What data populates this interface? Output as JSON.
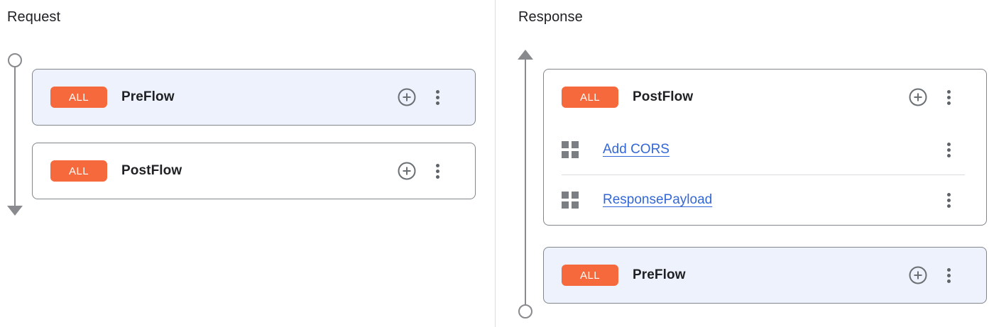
{
  "colors": {
    "badge_orange": "#f6693c",
    "highlight_card_blue": "#edf2fc",
    "link_blue": "#3367d6",
    "card_border_gray": "#80868b",
    "icon_gray": "#5f6368",
    "timeline_gray": "#888a8d"
  },
  "icons": {
    "add_policy": "plus-circle-icon",
    "more_options": "kebab-menu-icon",
    "policy_handle": "policy-grid-icon",
    "request_direction": "arrow-down-icon",
    "response_direction": "arrow-up-icon"
  },
  "panels": {
    "request": {
      "title": "Request",
      "flows": [
        {
          "badge": "ALL",
          "name": "PreFlow"
        },
        {
          "badge": "ALL",
          "name": "PostFlow"
        }
      ]
    },
    "response": {
      "title": "Response",
      "flows": [
        {
          "badge": "ALL",
          "name": "PostFlow",
          "policies": [
            {
              "label": "Add CORS"
            },
            {
              "label": "ResponsePayload"
            }
          ]
        },
        {
          "badge": "ALL",
          "name": "PreFlow"
        }
      ]
    }
  }
}
